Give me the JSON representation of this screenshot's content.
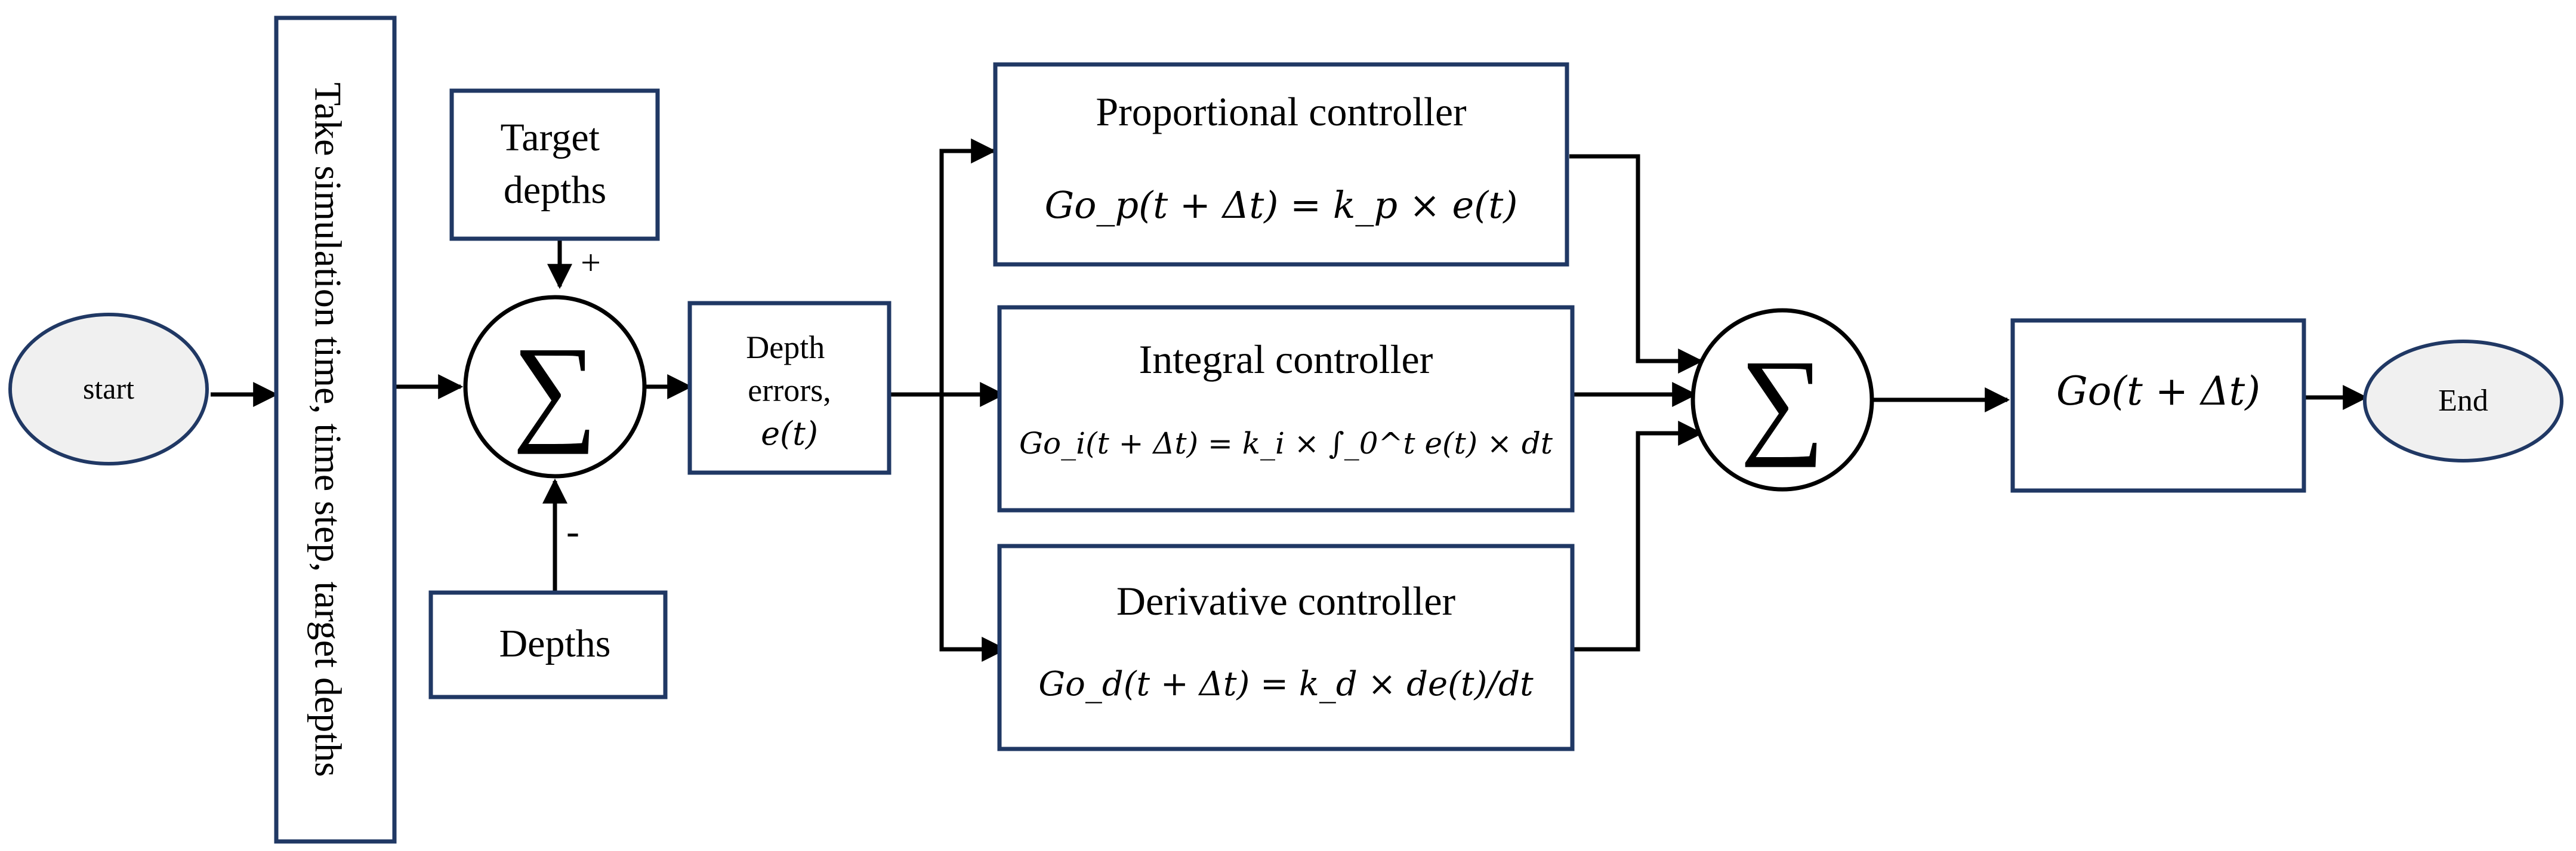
{
  "colors": {
    "box_border": "#203864",
    "node_fill": "#f0f0f0",
    "line": "#000000",
    "background": "#ffffff"
  },
  "nodes": {
    "start": "start",
    "end": "End",
    "input_box": "Take simulation time, time step, target depths",
    "target_depths": [
      "Target",
      "depths"
    ],
    "depths": "Depths",
    "depth_errors": [
      "Depth",
      "errors,",
      "e(t)"
    ],
    "sum_symbol": "∑",
    "plus_sign": "+",
    "minus_sign": "-",
    "proportional": {
      "title": "Proportional controller",
      "equation": "Go_p(t + Δt) = k_p × e(t)"
    },
    "integral": {
      "title": "Integral controller",
      "equation": "Go_i(t + Δt) = k_i × ∫_0^t e(t) × dt"
    },
    "derivative": {
      "title": "Derivative controller",
      "equation": "Go_d(t + Δt) = k_d × de(t)/dt"
    },
    "output": "Go(t + Δt)"
  }
}
